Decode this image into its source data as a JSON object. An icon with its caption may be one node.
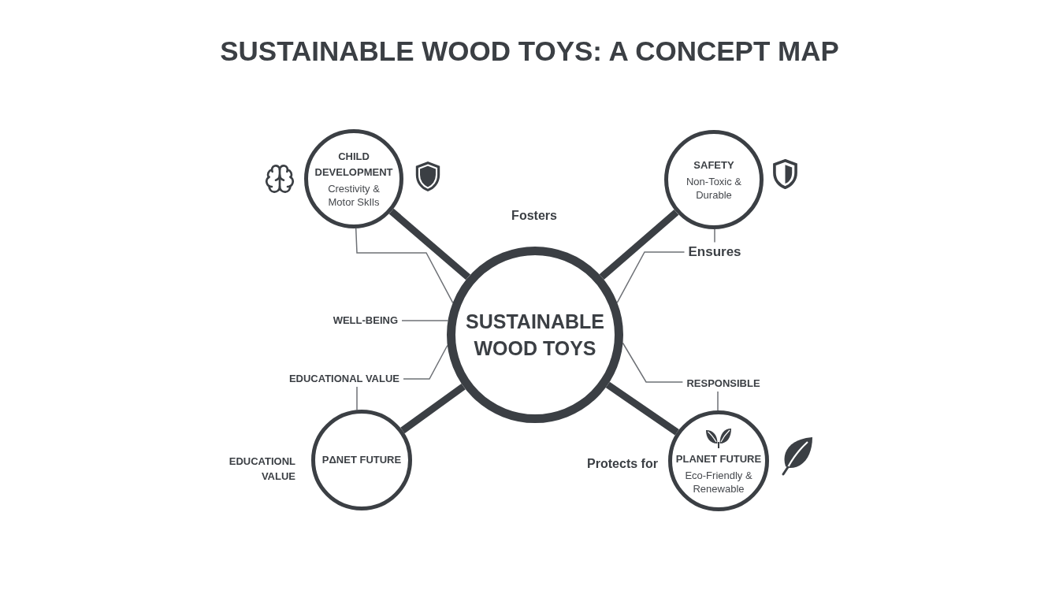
{
  "diagram": {
    "title": "SUSTAINABLE WOOD TOYS: A CONCEPT MAP",
    "nodes": [
      {
        "text": [
          "CHILD DEVELOPMENT",
          "Crestivity & Motor SkIls"
        ]
      },
      {
        "text": [
          "SAFETY",
          "Non-Toxic & Durable"
        ]
      },
      {
        "text": [
          "Ensures"
        ]
      },
      {
        "text": [
          "WELL-BEING"
        ]
      },
      {
        "text": [
          "SUSTAINABLE WOOD TOYS"
        ]
      },
      {
        "text": [
          "EDUCATIONAL VALUE"
        ]
      },
      {
        "text": [
          "RESPONSIBLE"
        ]
      },
      {
        "text": [
          "PΔNET FUTURE"
        ]
      },
      {
        "text": [
          "PLANET FUTURE",
          "Eco-Friendly & Renewable"
        ]
      }
    ],
    "edges": [
      {
        "from": 4,
        "to": 0,
        "arrow": "none",
        "style": "thick",
        "color": "#3b3f44"
      },
      {
        "from": 4,
        "to": 1,
        "arrow": "none",
        "style": "thick",
        "color": "#3b3f44"
      },
      {
        "from": 4,
        "to": 7,
        "arrow": "none",
        "style": "thick",
        "color": "#3b3f44"
      },
      {
        "from": 4,
        "to": 8,
        "arrow": "none",
        "style": "thick",
        "color": "#3b3f44"
      },
      {
        "from": 0,
        "to": 4,
        "arrow": "none"
      },
      {
        "from": 1,
        "to": 2,
        "arrow": "none"
      },
      {
        "from": 2,
        "to": 4,
        "arrow": "none"
      },
      {
        "from": 3,
        "to": 4,
        "arrow": "none"
      },
      {
        "from": 5,
        "to": 4,
        "arrow": "none"
      },
      {
        "from": 5,
        "to": 7,
        "arrow": "none"
      },
      {
        "from": 6,
        "to": 4,
        "arrow": "none"
      },
      {
        "from": 6,
        "to": 8,
        "arrow": "none"
      }
    ],
    "labels": [
      "Fosters",
      "EDUCATIONL VALUE",
      "Protects for"
    ]
  }
}
